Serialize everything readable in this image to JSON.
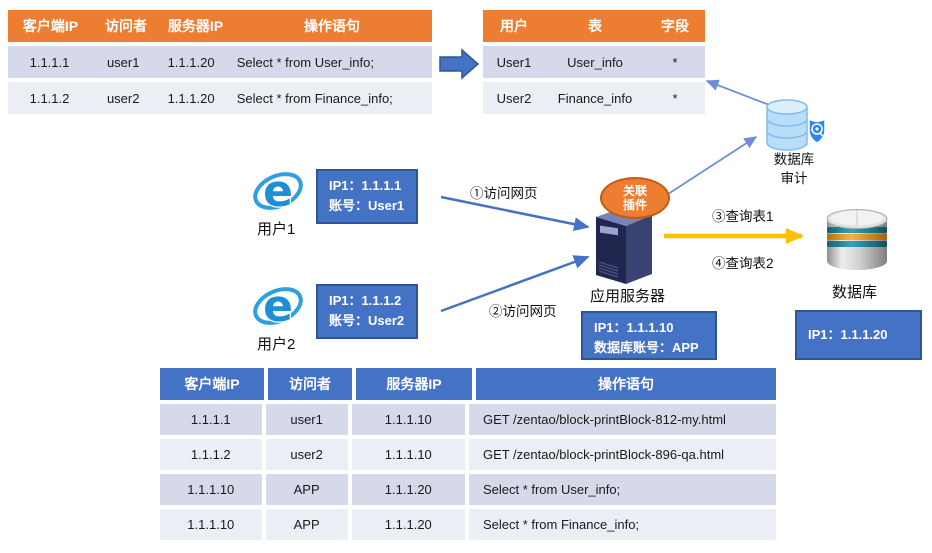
{
  "colors": {
    "header_orange": "#ED7D31",
    "header_blue": "#4472C4",
    "row_dark": "#D6D9E9",
    "row_light": "#ECEEF6",
    "info_box_fill": "#4472C4",
    "info_box_border": "#2F5597",
    "arrow_blue": "#4472C4",
    "arrow_light_blue": "#6E8FD6",
    "arrow_yellow": "#FFC000",
    "plugin_orange": "#ED7D31"
  },
  "tables": {
    "top_left": {
      "headers": [
        "客户端IP",
        "访问者",
        "服务器IP",
        "操作语句"
      ],
      "rows": [
        [
          "1.1.1.1",
          "user1",
          "1.1.1.20",
          "Select  *  from  User_info;"
        ],
        [
          "1.1.1.2",
          "user2",
          "1.1.1.20",
          "Select  *  from  Finance_info;"
        ]
      ]
    },
    "top_right": {
      "headers": [
        "用户",
        "表",
        "字段"
      ],
      "rows": [
        [
          "User1",
          "User_info",
          "*"
        ],
        [
          "User2",
          "Finance_info",
          "*"
        ]
      ]
    },
    "bottom": {
      "headers": [
        "客户端IP",
        "访问者",
        "服务器IP",
        "操作语句"
      ],
      "rows": [
        [
          "1.1.1.1",
          "user1",
          "1.1.1.10",
          "GET  /zentao/block-printBlock-812-my.html"
        ],
        [
          "1.1.1.2",
          "user2",
          "1.1.1.10",
          "GET  /zentao/block-printBlock-896-qa.html"
        ],
        [
          "1.1.1.10",
          "APP",
          "1.1.1.20",
          "Select  *  from  User_info;"
        ],
        [
          "1.1.1.10",
          "APP",
          "1.1.1.20",
          "Select  *  from  Finance_info;"
        ]
      ]
    }
  },
  "users": [
    {
      "name": "用户1",
      "ip_line": "IP1：1.1.1.1",
      "account_line": "账号：User1",
      "arrow_label": "①访问网页"
    },
    {
      "name": "用户2",
      "ip_line": "IP1：1.1.1.2",
      "account_line": "账号：User2",
      "arrow_label": "②访问网页"
    }
  ],
  "app_server": {
    "label": "应用服务器",
    "plugin_line1": "关联",
    "plugin_line2": "插件",
    "info_line1": "IP1：1.1.1.10",
    "info_line2": "数据库账号：APP"
  },
  "audit": {
    "label_line1": "数据库",
    "label_line2": "审计"
  },
  "database": {
    "label": "数据库",
    "info_line1": "IP1：1.1.1.20"
  },
  "flow_labels": {
    "query1": "③查询表1",
    "query2": "④查询表2"
  },
  "icons": [
    "ie-browser-icon",
    "server-tower-icon",
    "database-audit-icon",
    "database-icon",
    "block-arrow-icon"
  ]
}
